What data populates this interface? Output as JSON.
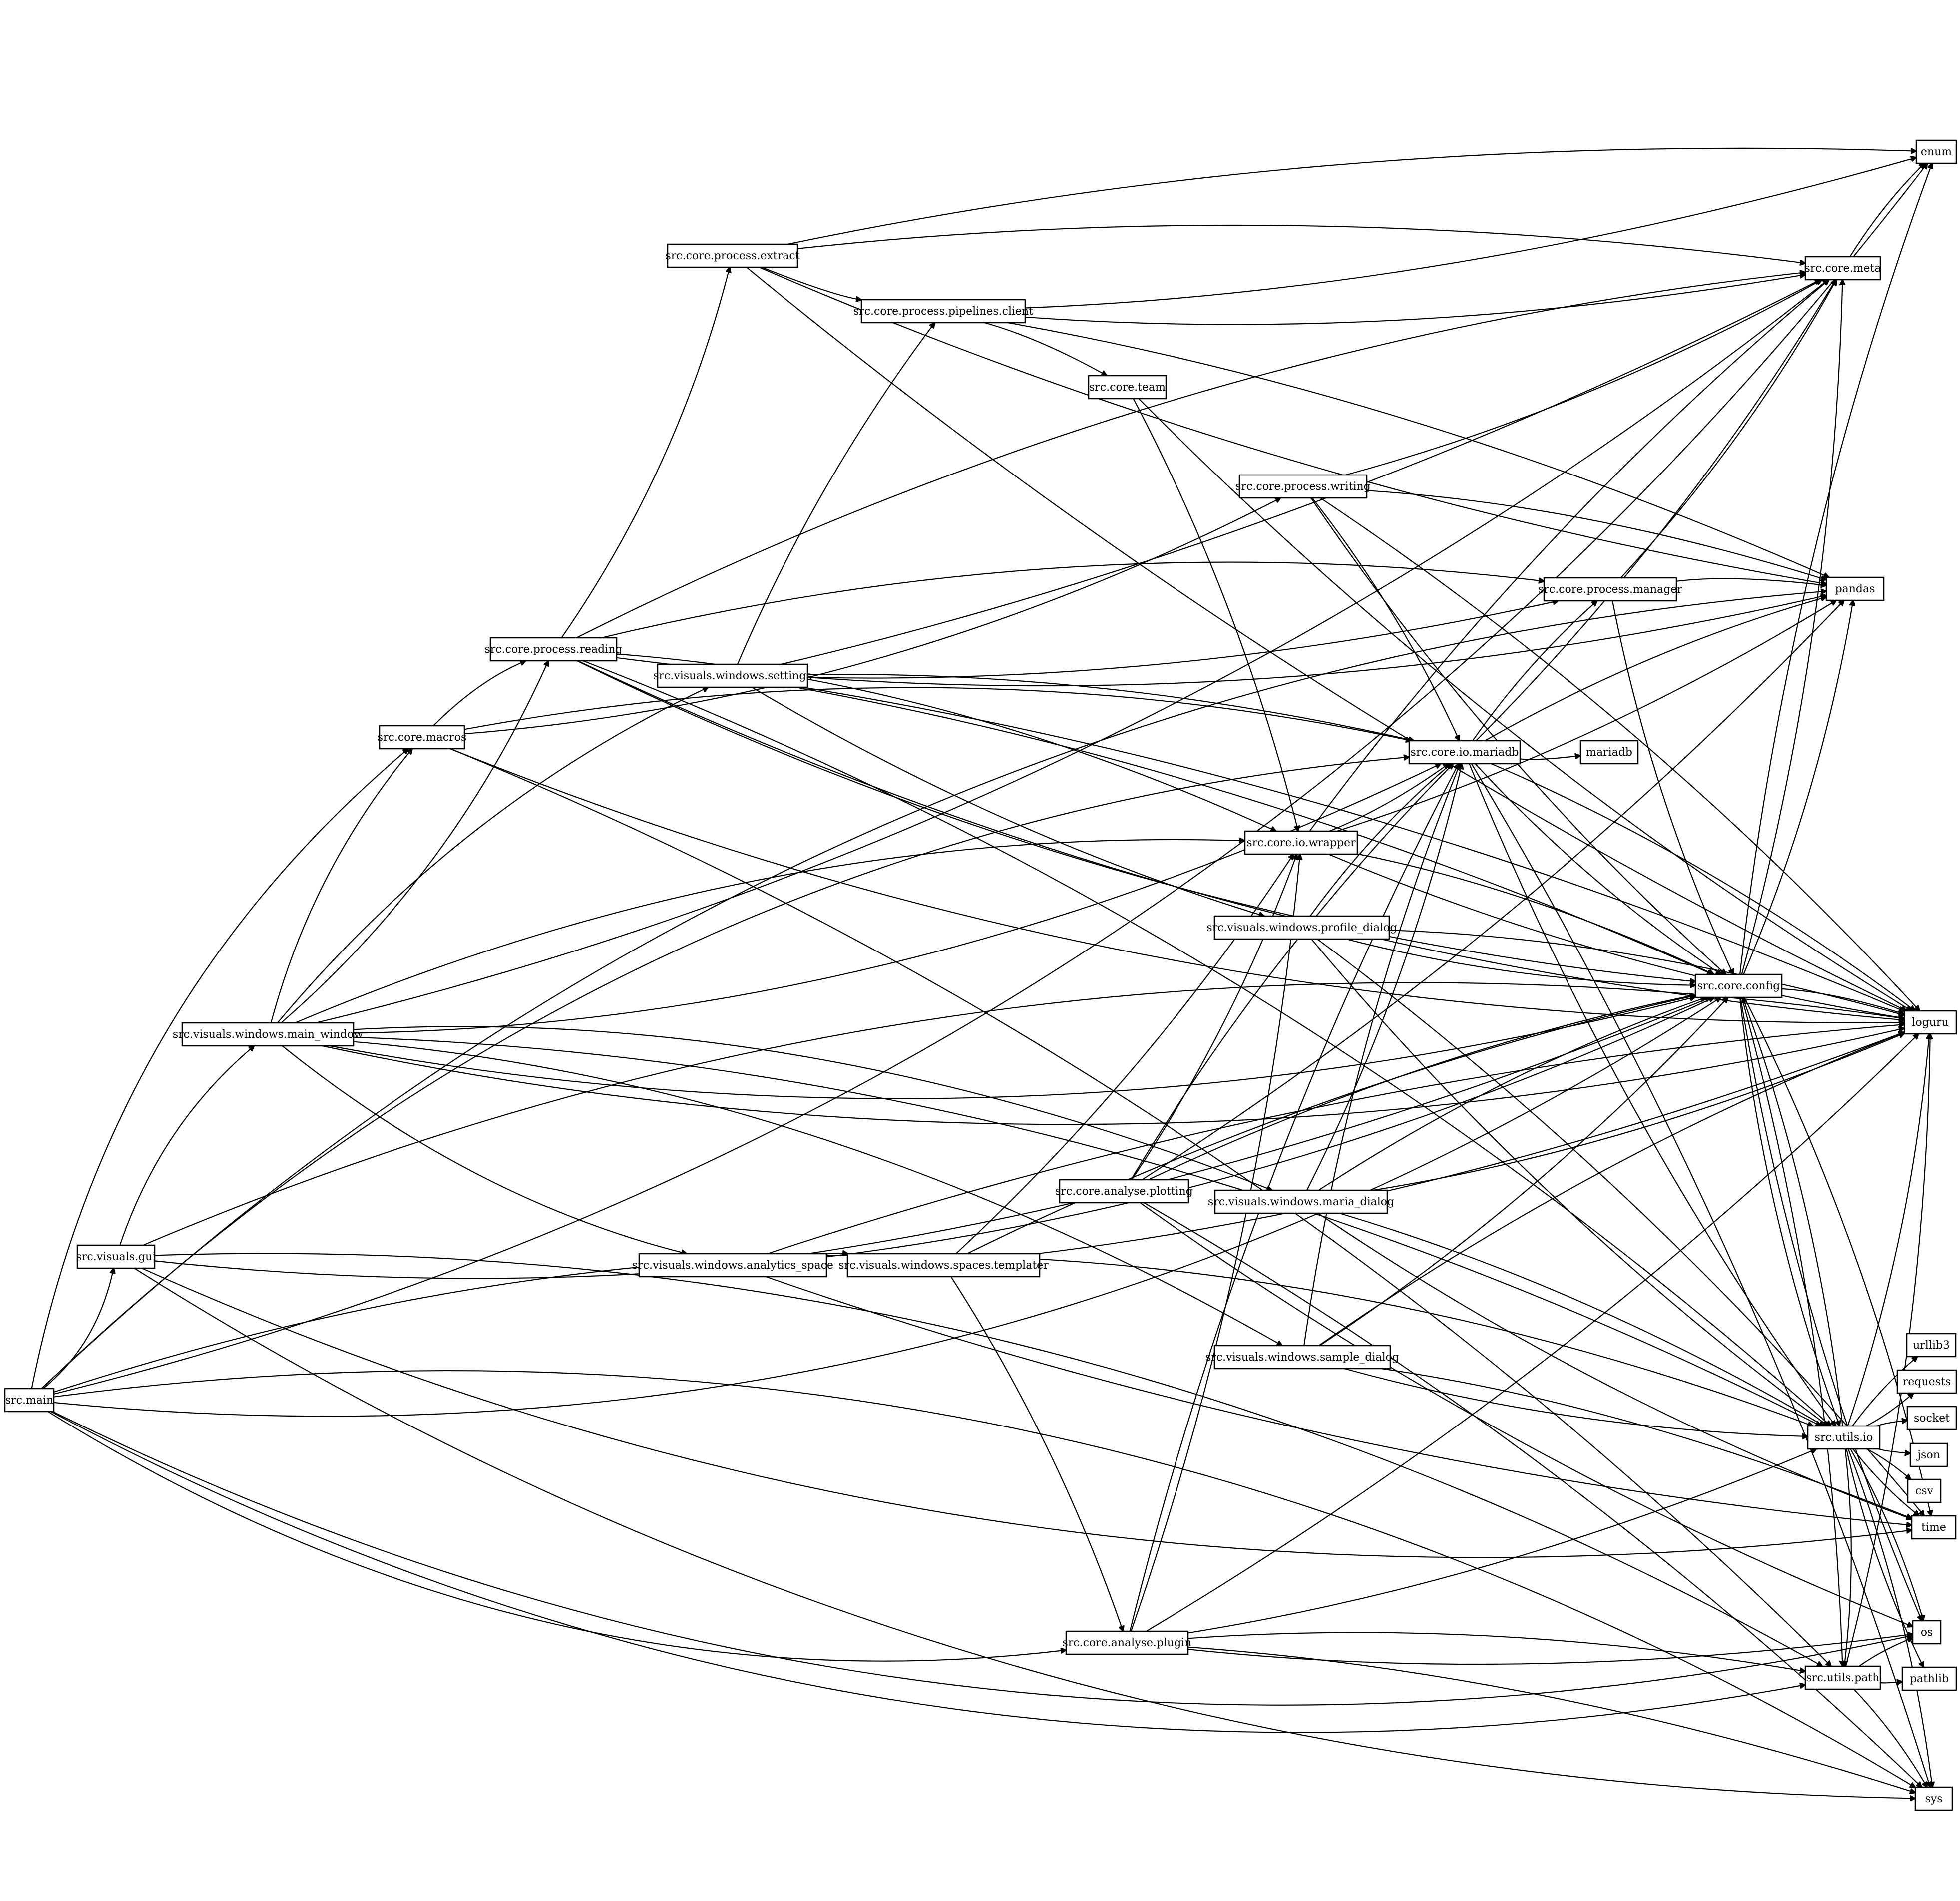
{
  "graph": {
    "nodes": [
      {
        "id": "main",
        "label": "src.main"
      },
      {
        "id": "gui",
        "label": "src.visuals.gui"
      },
      {
        "id": "main_window",
        "label": "src.visuals.windows.main_window"
      },
      {
        "id": "macros",
        "label": "src.core.macros"
      },
      {
        "id": "reading",
        "label": "src.core.process.reading"
      },
      {
        "id": "extract",
        "label": "src.core.process.extract"
      },
      {
        "id": "pipelines",
        "label": "src.core.process.pipelines.client"
      },
      {
        "id": "team",
        "label": "src.core.team"
      },
      {
        "id": "writing",
        "label": "src.core.process.writing"
      },
      {
        "id": "manager",
        "label": "src.core.process.manager"
      },
      {
        "id": "settings",
        "label": "src.visuals.windows.settings"
      },
      {
        "id": "mariadb_io",
        "label": "src.core.io.mariadb"
      },
      {
        "id": "mariadb",
        "label": "mariadb"
      },
      {
        "id": "wrapper",
        "label": "src.core.io.wrapper"
      },
      {
        "id": "profile_dialog",
        "label": "src.visuals.windows.profile_dialog"
      },
      {
        "id": "config",
        "label": "src.core.config"
      },
      {
        "id": "plotting",
        "label": "src.core.analyse.plotting"
      },
      {
        "id": "maria_dialog",
        "label": "src.visuals.windows.maria_dialog"
      },
      {
        "id": "analytics_space",
        "label": "src.visuals.windows.analytics_space"
      },
      {
        "id": "templater",
        "label": "src.visuals.windows.spaces.templater"
      },
      {
        "id": "sample_dialog",
        "label": "src.visuals.windows.sample_dialog"
      },
      {
        "id": "plugin",
        "label": "src.core.analyse.plugin"
      },
      {
        "id": "utils_io",
        "label": "src.utils.io"
      },
      {
        "id": "utils_path",
        "label": "src.utils.path"
      },
      {
        "id": "meta",
        "label": "src.core.meta"
      },
      {
        "id": "enum",
        "label": "enum"
      },
      {
        "id": "pandas",
        "label": "pandas"
      },
      {
        "id": "loguru",
        "label": "loguru"
      },
      {
        "id": "urllib3",
        "label": "urllib3"
      },
      {
        "id": "requests",
        "label": "requests"
      },
      {
        "id": "socket",
        "label": "socket"
      },
      {
        "id": "json",
        "label": "json"
      },
      {
        "id": "csv",
        "label": "csv"
      },
      {
        "id": "time",
        "label": "time"
      },
      {
        "id": "os",
        "label": "os"
      },
      {
        "id": "pathlib",
        "label": "pathlib"
      },
      {
        "id": "sys",
        "label": "sys"
      }
    ],
    "edges": [
      [
        "main",
        "gui"
      ],
      [
        "main",
        "macros"
      ],
      [
        "main",
        "plugin"
      ],
      [
        "main",
        "mariadb_io"
      ],
      [
        "main",
        "config"
      ],
      [
        "main",
        "pandas"
      ],
      [
        "main",
        "enum"
      ],
      [
        "main",
        "utils_io"
      ],
      [
        "main",
        "utils_path"
      ],
      [
        "main",
        "sys"
      ],
      [
        "main",
        "os"
      ],
      [
        "gui",
        "main_window"
      ],
      [
        "gui",
        "config"
      ],
      [
        "gui",
        "loguru"
      ],
      [
        "gui",
        "sys"
      ],
      [
        "gui",
        "utils_path"
      ],
      [
        "gui",
        "time"
      ],
      [
        "main_window",
        "macros"
      ],
      [
        "main_window",
        "reading"
      ],
      [
        "main_window",
        "settings"
      ],
      [
        "main_window",
        "mariadb_io"
      ],
      [
        "main_window",
        "wrapper"
      ],
      [
        "main_window",
        "config"
      ],
      [
        "main_window",
        "maria_dialog"
      ],
      [
        "main_window",
        "analytics_space"
      ],
      [
        "main_window",
        "sample_dialog"
      ],
      [
        "main_window",
        "loguru"
      ],
      [
        "main_window",
        "utils_io"
      ],
      [
        "main_window",
        "meta"
      ],
      [
        "macros",
        "reading"
      ],
      [
        "macros",
        "writing"
      ],
      [
        "macros",
        "mariadb_io"
      ],
      [
        "macros",
        "loguru"
      ],
      [
        "macros",
        "utils_path"
      ],
      [
        "reading",
        "extract"
      ],
      [
        "reading",
        "manager"
      ],
      [
        "reading",
        "pandas"
      ],
      [
        "reading",
        "wrapper"
      ],
      [
        "reading",
        "config"
      ],
      [
        "reading",
        "meta"
      ],
      [
        "reading",
        "loguru"
      ],
      [
        "reading",
        "utils_io"
      ],
      [
        "extract",
        "pipelines"
      ],
      [
        "extract",
        "meta"
      ],
      [
        "extract",
        "pandas"
      ],
      [
        "extract",
        "enum"
      ],
      [
        "extract",
        "loguru"
      ],
      [
        "pipelines",
        "team"
      ],
      [
        "pipelines",
        "meta"
      ],
      [
        "pipelines",
        "pandas"
      ],
      [
        "pipelines",
        "enum"
      ],
      [
        "team",
        "wrapper"
      ],
      [
        "team",
        "loguru"
      ],
      [
        "writing",
        "mariadb_io"
      ],
      [
        "writing",
        "meta"
      ],
      [
        "writing",
        "pandas"
      ],
      [
        "writing",
        "config"
      ],
      [
        "writing",
        "loguru"
      ],
      [
        "manager",
        "meta"
      ],
      [
        "manager",
        "pandas"
      ],
      [
        "manager",
        "config"
      ],
      [
        "settings",
        "pipelines"
      ],
      [
        "settings",
        "manager"
      ],
      [
        "settings",
        "mariadb_io"
      ],
      [
        "settings",
        "profile_dialog"
      ],
      [
        "settings",
        "config"
      ],
      [
        "settings",
        "meta"
      ],
      [
        "settings",
        "loguru"
      ],
      [
        "mariadb_io",
        "mariadb"
      ],
      [
        "mariadb_io",
        "manager"
      ],
      [
        "mariadb_io",
        "meta"
      ],
      [
        "mariadb_io",
        "pandas"
      ],
      [
        "mariadb_io",
        "config"
      ],
      [
        "mariadb_io",
        "loguru"
      ],
      [
        "mariadb_io",
        "utils_io"
      ],
      [
        "mariadb_io",
        "sys"
      ],
      [
        "wrapper",
        "mariadb_io"
      ],
      [
        "wrapper",
        "meta"
      ],
      [
        "wrapper",
        "pandas"
      ],
      [
        "wrapper",
        "config"
      ],
      [
        "wrapper",
        "loguru"
      ],
      [
        "profile_dialog",
        "mariadb_io"
      ],
      [
        "profile_dialog",
        "config"
      ],
      [
        "profile_dialog",
        "loguru"
      ],
      [
        "profile_dialog",
        "utils_io"
      ],
      [
        "profile_dialog",
        "time"
      ],
      [
        "config",
        "meta"
      ],
      [
        "config",
        "enum"
      ],
      [
        "config",
        "pandas"
      ],
      [
        "config",
        "loguru"
      ],
      [
        "config",
        "utils_io"
      ],
      [
        "config",
        "utils_path"
      ],
      [
        "config",
        "os"
      ],
      [
        "config",
        "time"
      ],
      [
        "plotting",
        "wrapper"
      ],
      [
        "plotting",
        "mariadb_io"
      ],
      [
        "plotting",
        "pandas"
      ],
      [
        "plotting",
        "config"
      ],
      [
        "plotting",
        "os"
      ],
      [
        "plotting",
        "sys"
      ],
      [
        "maria_dialog",
        "mariadb_io"
      ],
      [
        "maria_dialog",
        "config"
      ],
      [
        "maria_dialog",
        "loguru"
      ],
      [
        "maria_dialog",
        "utils_io"
      ],
      [
        "maria_dialog",
        "time"
      ],
      [
        "analytics_space",
        "templater"
      ],
      [
        "analytics_space",
        "config"
      ],
      [
        "analytics_space",
        "loguru"
      ],
      [
        "analytics_space",
        "time"
      ],
      [
        "templater",
        "plugin"
      ],
      [
        "templater",
        "wrapper"
      ],
      [
        "templater",
        "config"
      ],
      [
        "templater",
        "loguru"
      ],
      [
        "sample_dialog",
        "mariadb_io"
      ],
      [
        "sample_dialog",
        "config"
      ],
      [
        "sample_dialog",
        "loguru"
      ],
      [
        "sample_dialog",
        "utils_io"
      ],
      [
        "sample_dialog",
        "time"
      ],
      [
        "plugin",
        "wrapper"
      ],
      [
        "plugin",
        "mariadb_io"
      ],
      [
        "plugin",
        "utils_io"
      ],
      [
        "plugin",
        "utils_path"
      ],
      [
        "plugin",
        "os"
      ],
      [
        "plugin",
        "sys"
      ],
      [
        "plugin",
        "loguru"
      ],
      [
        "utils_io",
        "urllib3"
      ],
      [
        "utils_io",
        "requests"
      ],
      [
        "utils_io",
        "socket"
      ],
      [
        "utils_io",
        "json"
      ],
      [
        "utils_io",
        "csv"
      ],
      [
        "utils_io",
        "time"
      ],
      [
        "utils_io",
        "os"
      ],
      [
        "utils_io",
        "pathlib"
      ],
      [
        "utils_io",
        "sys"
      ],
      [
        "utils_io",
        "loguru"
      ],
      [
        "utils_io",
        "utils_path"
      ],
      [
        "utils_io",
        "config"
      ],
      [
        "utils_path",
        "os"
      ],
      [
        "utils_path",
        "pathlib"
      ],
      [
        "utils_path",
        "sys"
      ],
      [
        "utils_path",
        "loguru"
      ],
      [
        "meta",
        "enum"
      ]
    ]
  }
}
